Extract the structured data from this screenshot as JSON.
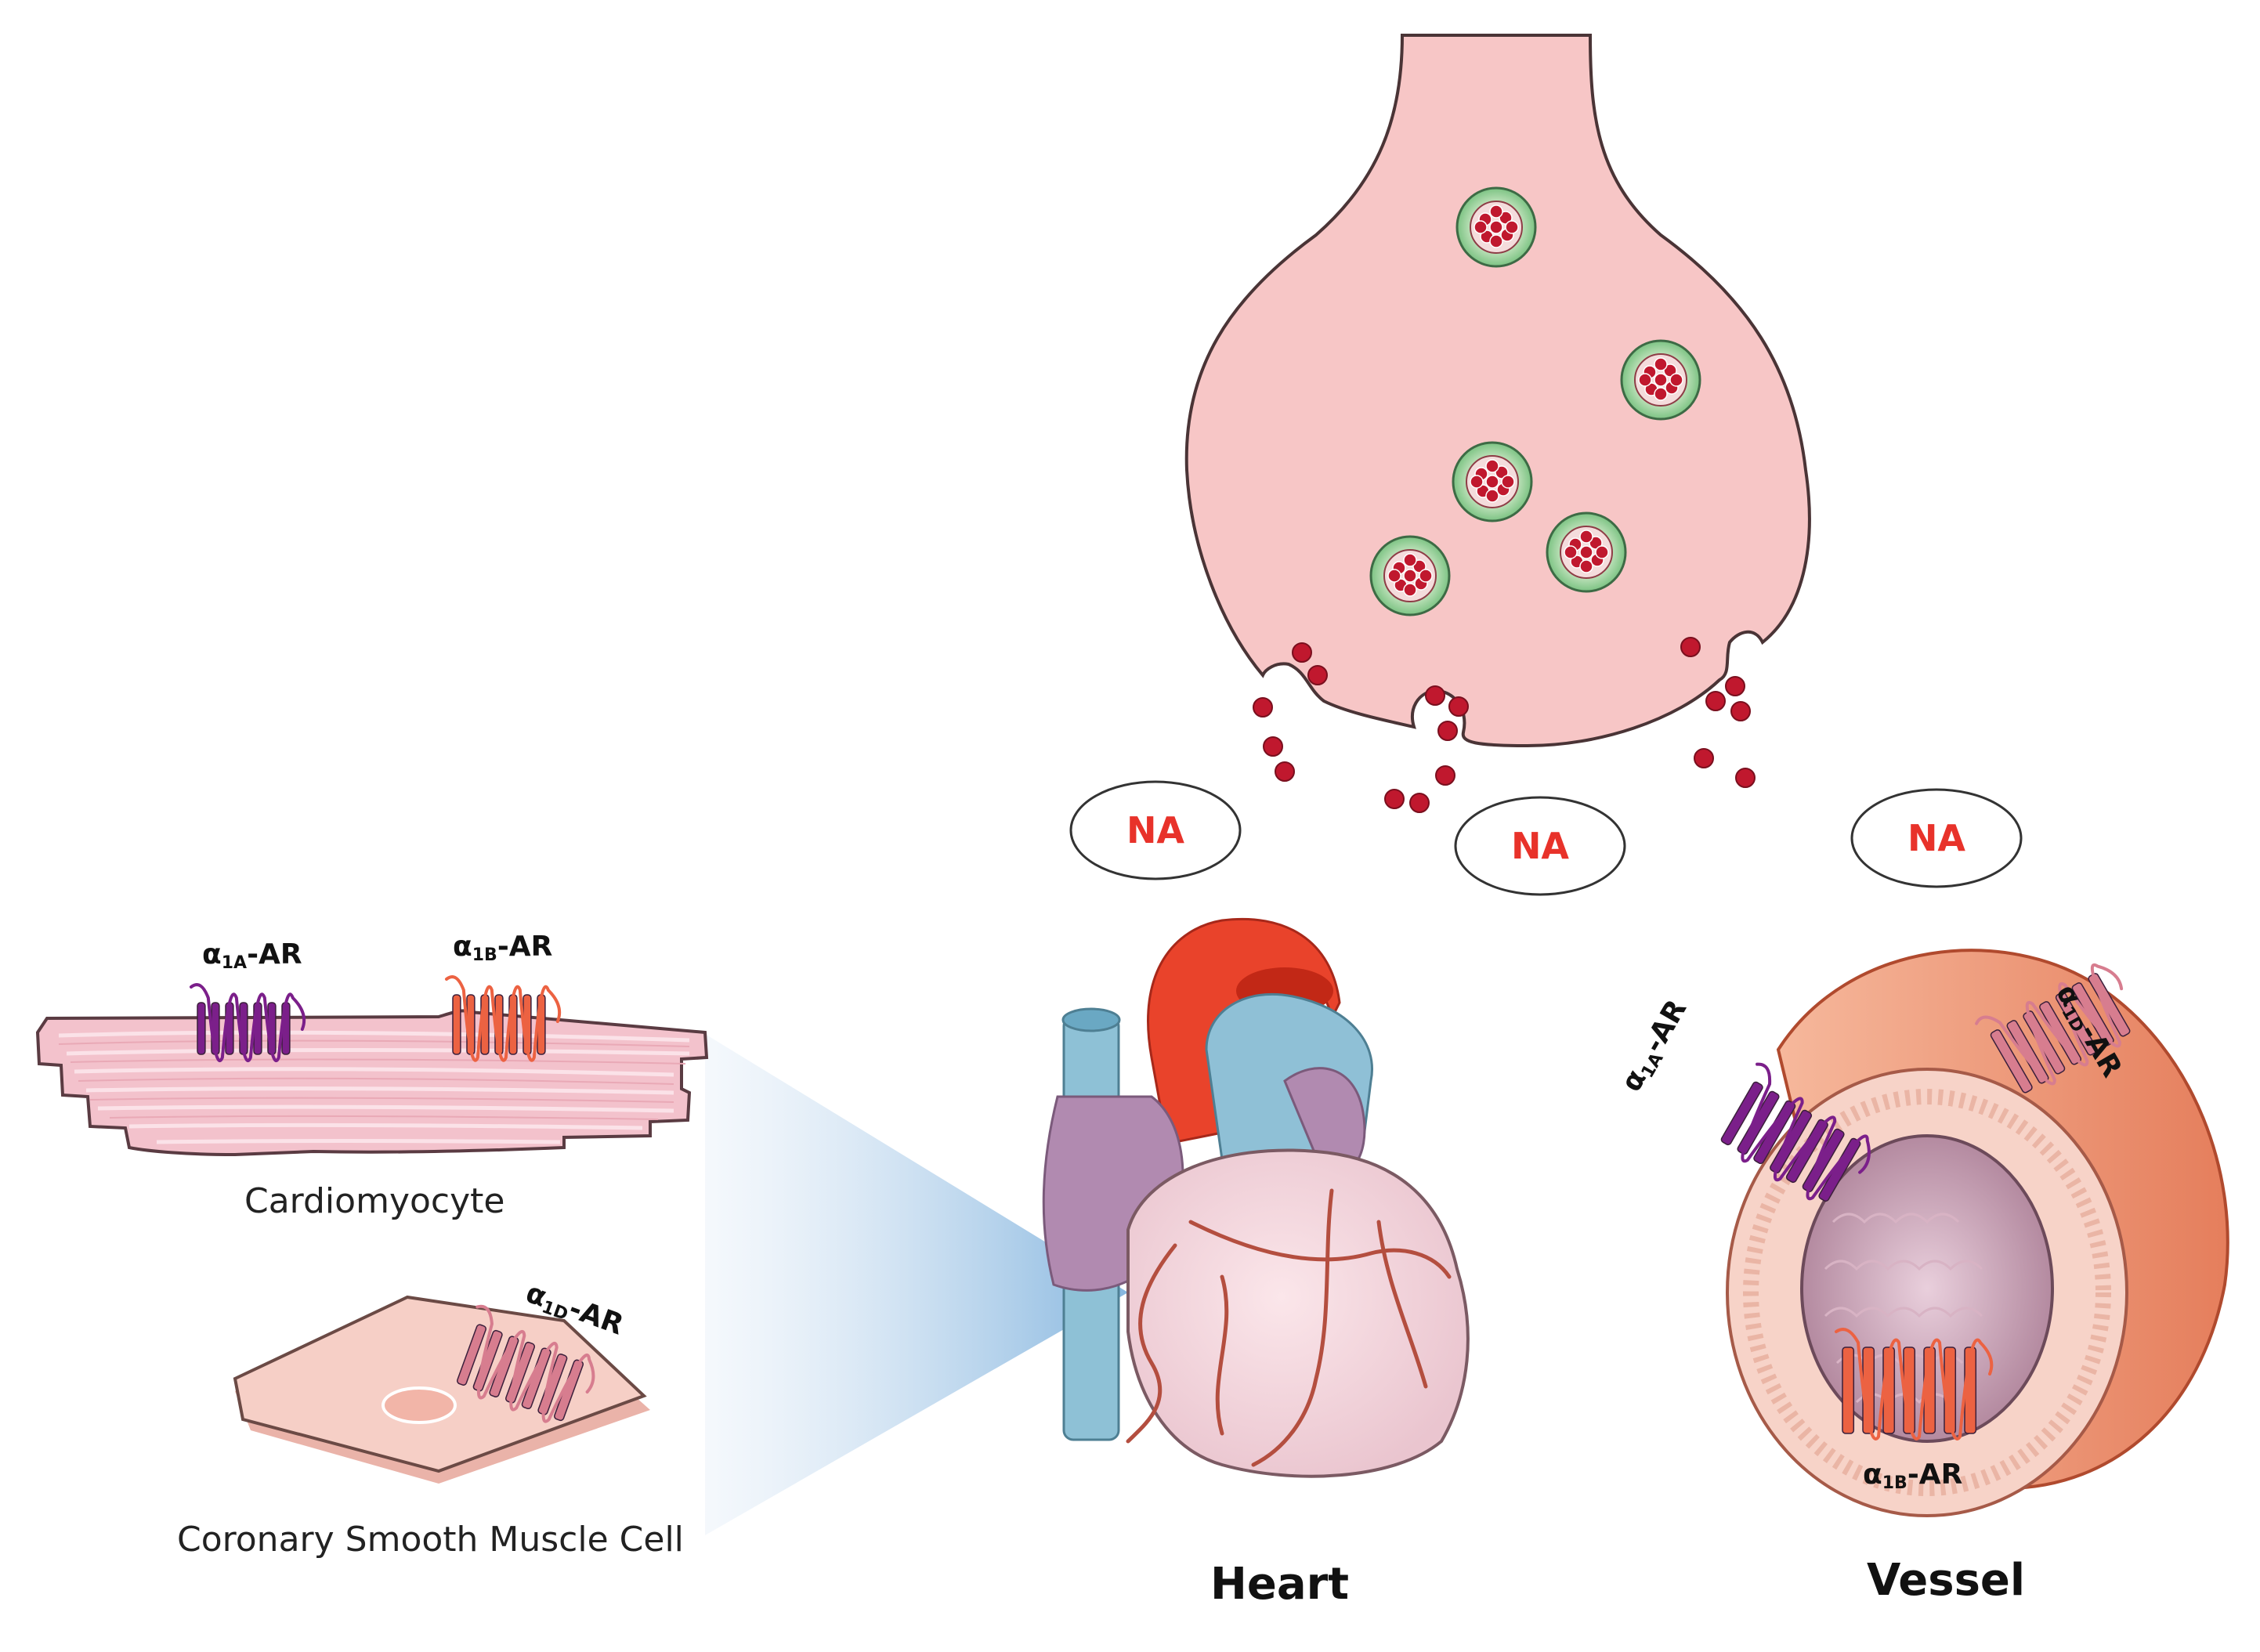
{
  "labels": {
    "na": [
      "NA",
      "NA",
      "NA"
    ],
    "cardiomyocyte": "Cardiomyocyte",
    "coronary_smc": "Coronary Smooth Muscle Cell",
    "heart": "Heart",
    "vessel": "Vessel"
  },
  "receptors": {
    "a1a": {
      "symbol": "α",
      "sub": "1A",
      "suffix": "-AR",
      "color": "#7b1f8a"
    },
    "a1b": {
      "symbol": "α",
      "sub": "1B",
      "suffix": "-AR",
      "color": "#ec6242"
    },
    "a1d": {
      "symbol": "α",
      "sub": "1D",
      "suffix": "-AR",
      "color": "#d77d8f"
    }
  },
  "colors": {
    "terminal_fill": "#f7c6c6",
    "vesicle_green": "#86c98a",
    "noradrenaline_red": "#c0182e",
    "na_text": "#e8322a",
    "cell_pink": "#f3c2cc"
  }
}
